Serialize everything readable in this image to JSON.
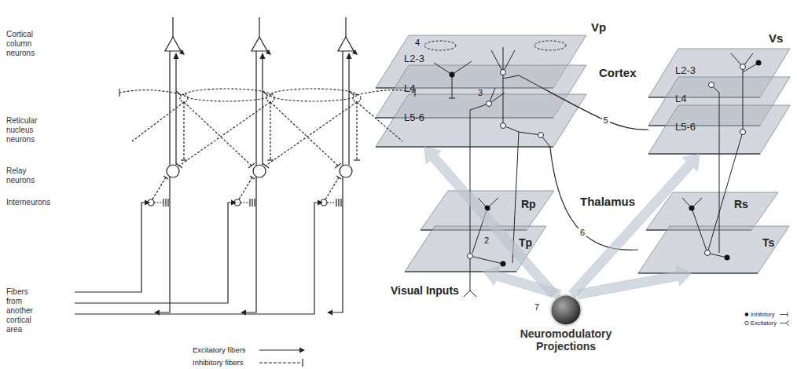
{
  "diagram": {
    "nodes": [
      {
        "text": [
          "L2-3"
        ]
      },
      {
        "text": [
          "L4"
        ]
      },
      {
        "text": [
          "L5-6"
        ]
      },
      {
        "text": [
          "L2-3"
        ]
      },
      {
        "text": [
          "L4"
        ]
      },
      {
        "text": [
          "L5-6"
        ]
      },
      {
        "text": [
          "Rp"
        ]
      },
      {
        "text": [
          "Tp"
        ]
      },
      {
        "text": [
          "Rs"
        ]
      },
      {
        "text": [
          "Ts"
        ]
      },
      {
        "text": [
          "Neuromodulatory Projections"
        ]
      }
    ],
    "edges": [
      {
        "from": 0,
        "to": 5,
        "arrow": "none",
        "label": "5"
      },
      {
        "from": 2,
        "to": 9,
        "arrow": "none",
        "label": "6"
      },
      {
        "from": 10,
        "to": 7,
        "arrow": "to"
      },
      {
        "from": 10,
        "to": 2,
        "arrow": "to"
      },
      {
        "from": 10,
        "to": 9,
        "arrow": "to"
      },
      {
        "from": 10,
        "to": 5,
        "arrow": "to"
      }
    ],
    "labels": [
      "Cortical column neurons",
      "Reticular nucleus neurons",
      "Relay neurons",
      "Interneurons",
      "Fibers from another cortical area",
      "Vp",
      "Cortex",
      "Vs",
      "Thalamus",
      "Visual Inputs",
      "4",
      "3",
      "2",
      "7"
    ],
    "legend": [
      {
        "text": "Excitatory fibers"
      },
      {
        "text": "Inhibitory fibers"
      },
      {
        "text": "Inhibitory"
      },
      {
        "text": "Excitatory"
      }
    ]
  }
}
